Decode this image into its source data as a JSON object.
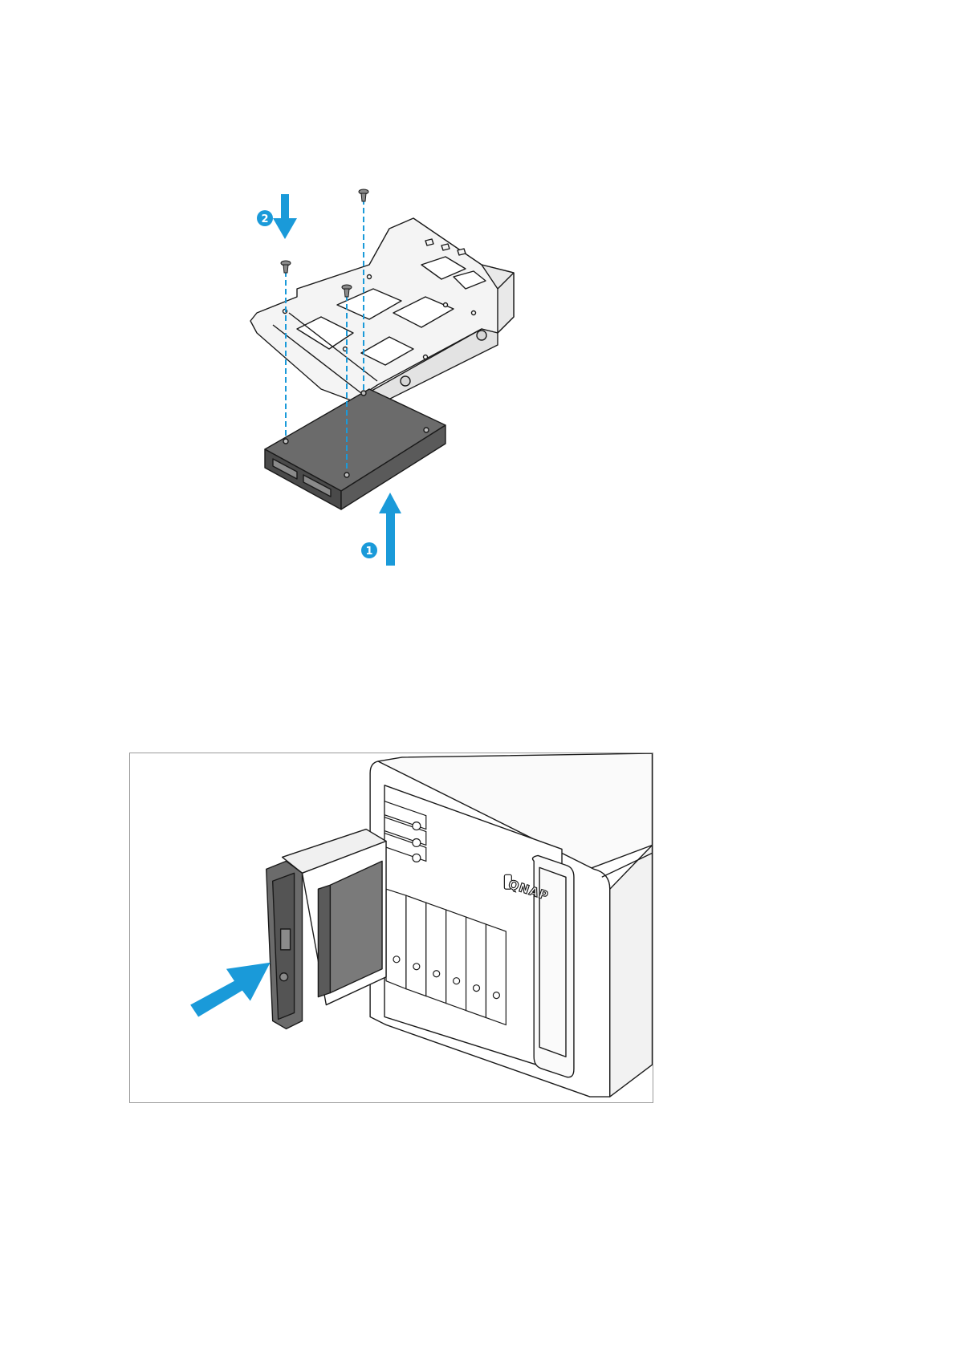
{
  "figures": {
    "tray_assembly": {
      "step_badges": [
        "1",
        "2"
      ]
    },
    "nas_insertion": {
      "logo": "QNAP"
    }
  },
  "colors": {
    "accent_blue": "#1a9ad9",
    "line": "#1a1a1a",
    "metal_light": "#f2f2f2",
    "drive_body": "#6b6b6b",
    "drive_dark": "#4a4a4a",
    "frame_border": "#9a9a9a"
  },
  "icons": [
    "arrow-up-icon",
    "arrow-down-icon",
    "arrow-right-icon",
    "screw-icon"
  ]
}
